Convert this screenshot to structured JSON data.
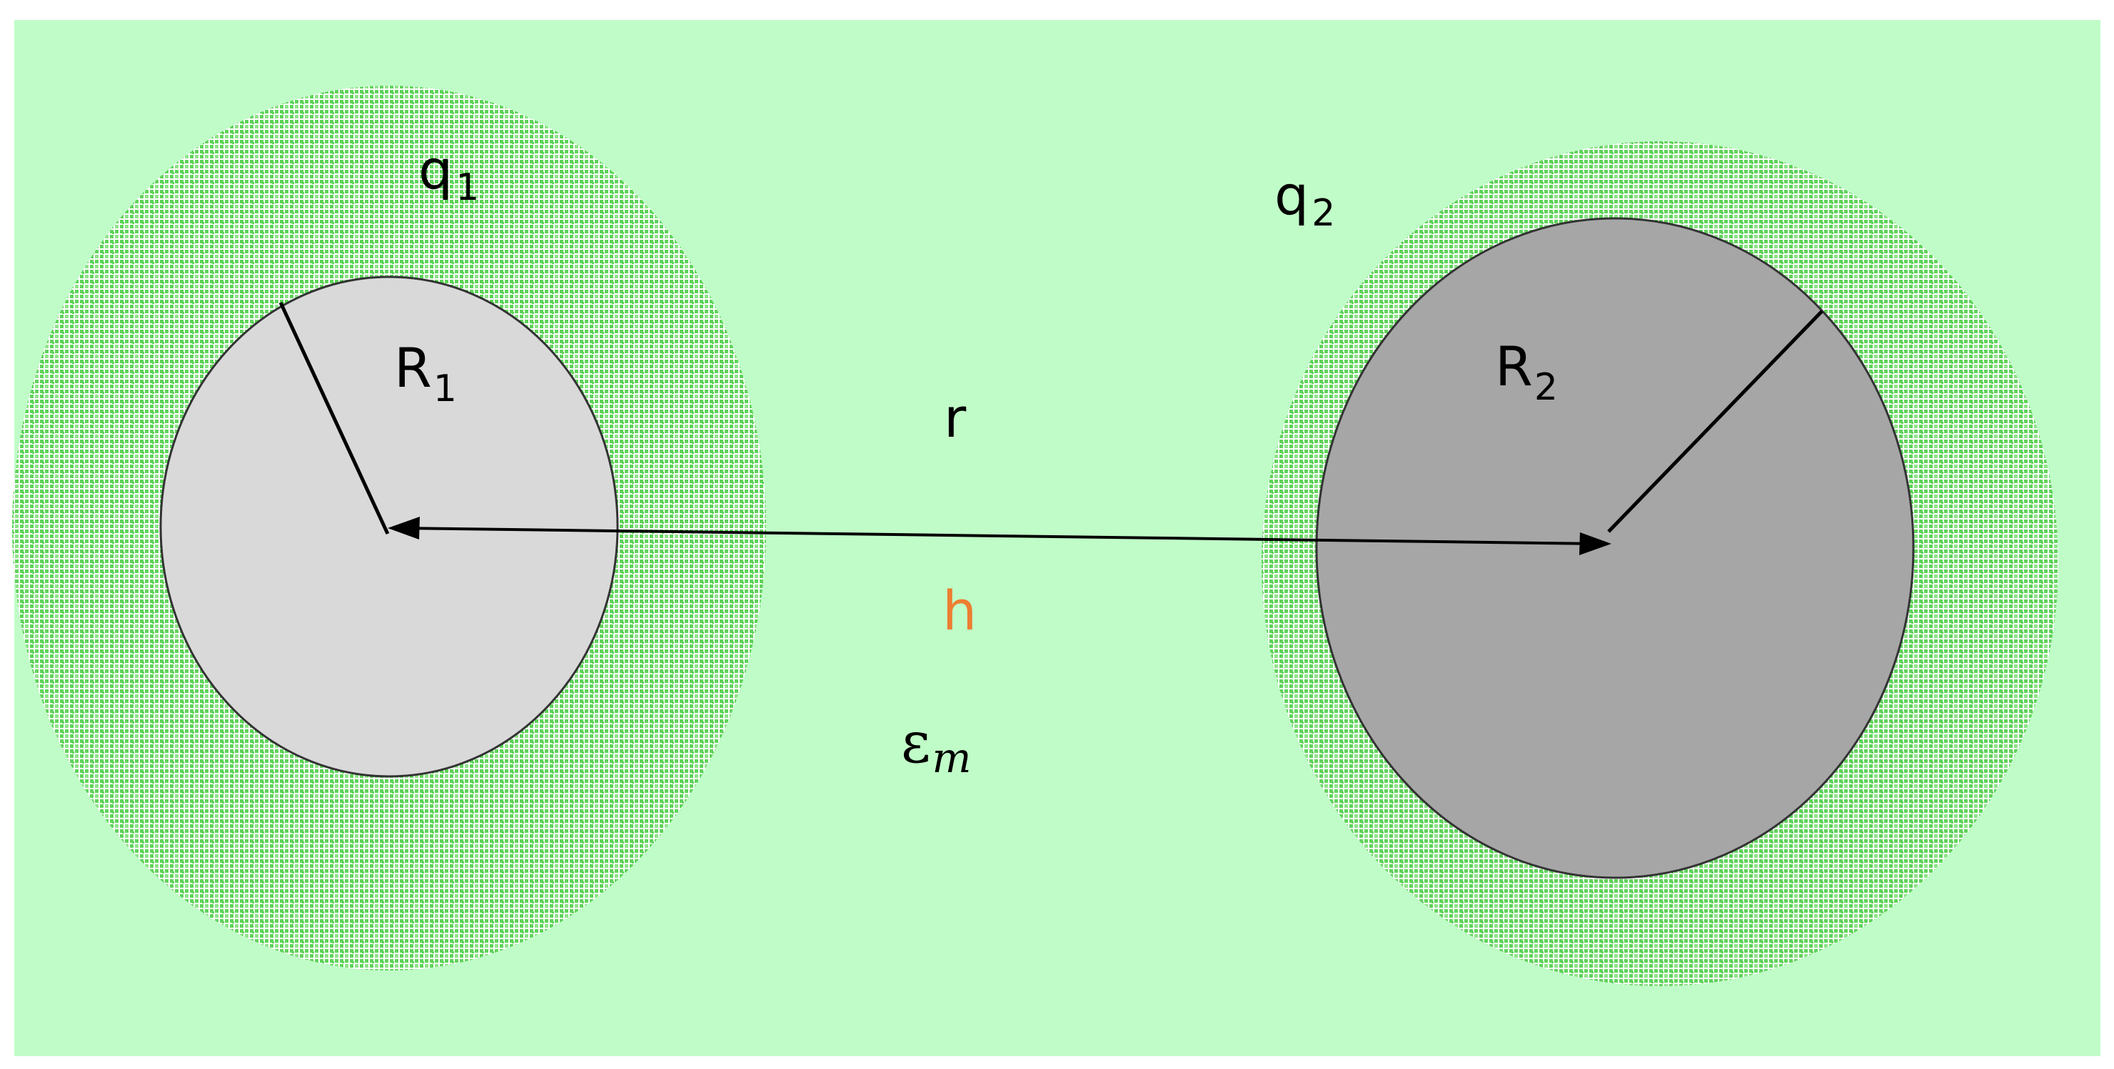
{
  "labels": {
    "q1": {
      "main": "q",
      "sub": "1"
    },
    "q2": {
      "main": "q",
      "sub": "2"
    },
    "R1": {
      "main": "R",
      "sub": "1"
    },
    "R2": {
      "main": "R",
      "sub": "2"
    },
    "r": "r",
    "h": "h",
    "eps": {
      "main": "ε",
      "sub": "m"
    }
  },
  "colors": {
    "medium": "#c0fcc8",
    "shell_dots": "#5fd35a",
    "particle1": "#d9d9d9",
    "particle2": "#a6a6a6",
    "h_label": "#ed7d31",
    "line": "#000000"
  }
}
